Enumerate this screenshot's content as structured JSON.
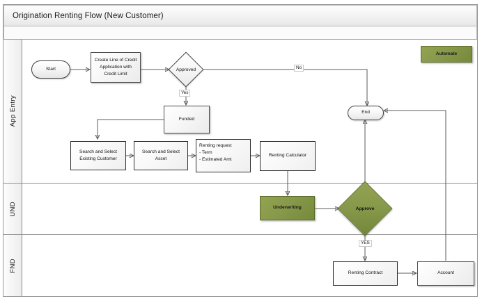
{
  "header": {
    "title": "Origination Renting Flow (New Customer)"
  },
  "lanes": [
    {
      "id": "app-entry",
      "label": "App Entry"
    },
    {
      "id": "und",
      "label": "UND"
    },
    {
      "id": "fnd",
      "label": "FND"
    }
  ],
  "legend": {
    "automate_label": "Automate",
    "automate_color": "#87994a"
  },
  "colors": {
    "green_fill": "#87994a",
    "green_border": "#5d6b2d",
    "node_border": "#4a4a4a",
    "connector": "#5b5b5b",
    "lane_border": "#8d8d8d",
    "frame_border": "#9a9a9a"
  },
  "nodes": {
    "start": {
      "label": "Start",
      "shape": "capsule",
      "lane": "App Entry"
    },
    "create_loc": {
      "label": "Create Line of Credit\nApplication with\nCredit Limit",
      "shape": "rectangle",
      "lane": "App Entry"
    },
    "approved": {
      "label": "Approved",
      "shape": "diamond",
      "lane": "App Entry"
    },
    "funded": {
      "label": "Funded",
      "shape": "rectangle",
      "lane": "App Entry"
    },
    "search_customer": {
      "label": "Search and Select\nExisting Customer",
      "shape": "rectangle",
      "lane": "App Entry"
    },
    "search_asset": {
      "label": "Search and Select\nAsset",
      "shape": "rectangle",
      "lane": "App Entry"
    },
    "renting_request": {
      "label": "Renting request\n- Term\n- Estimated Amt",
      "shape": "rectangle",
      "lane": "App Entry"
    },
    "renting_calculator": {
      "label": "Renting Calculator",
      "shape": "rectangle",
      "lane": "App Entry"
    },
    "end": {
      "label": "End",
      "shape": "capsule",
      "lane": "App Entry"
    },
    "underwriting": {
      "label": "Underwriting",
      "shape": "rectangle",
      "lane": "UND",
      "fill": "green"
    },
    "approve": {
      "label": "Approve",
      "shape": "diamond",
      "lane": "UND",
      "fill": "green"
    },
    "renting_contract": {
      "label": "Renting Contract",
      "shape": "rectangle",
      "lane": "FND"
    },
    "account": {
      "label": "Account",
      "shape": "rectangle",
      "lane": "FND"
    }
  },
  "edge_labels": {
    "no": "No",
    "yes": "Yes",
    "yes_upper": "YES"
  }
}
